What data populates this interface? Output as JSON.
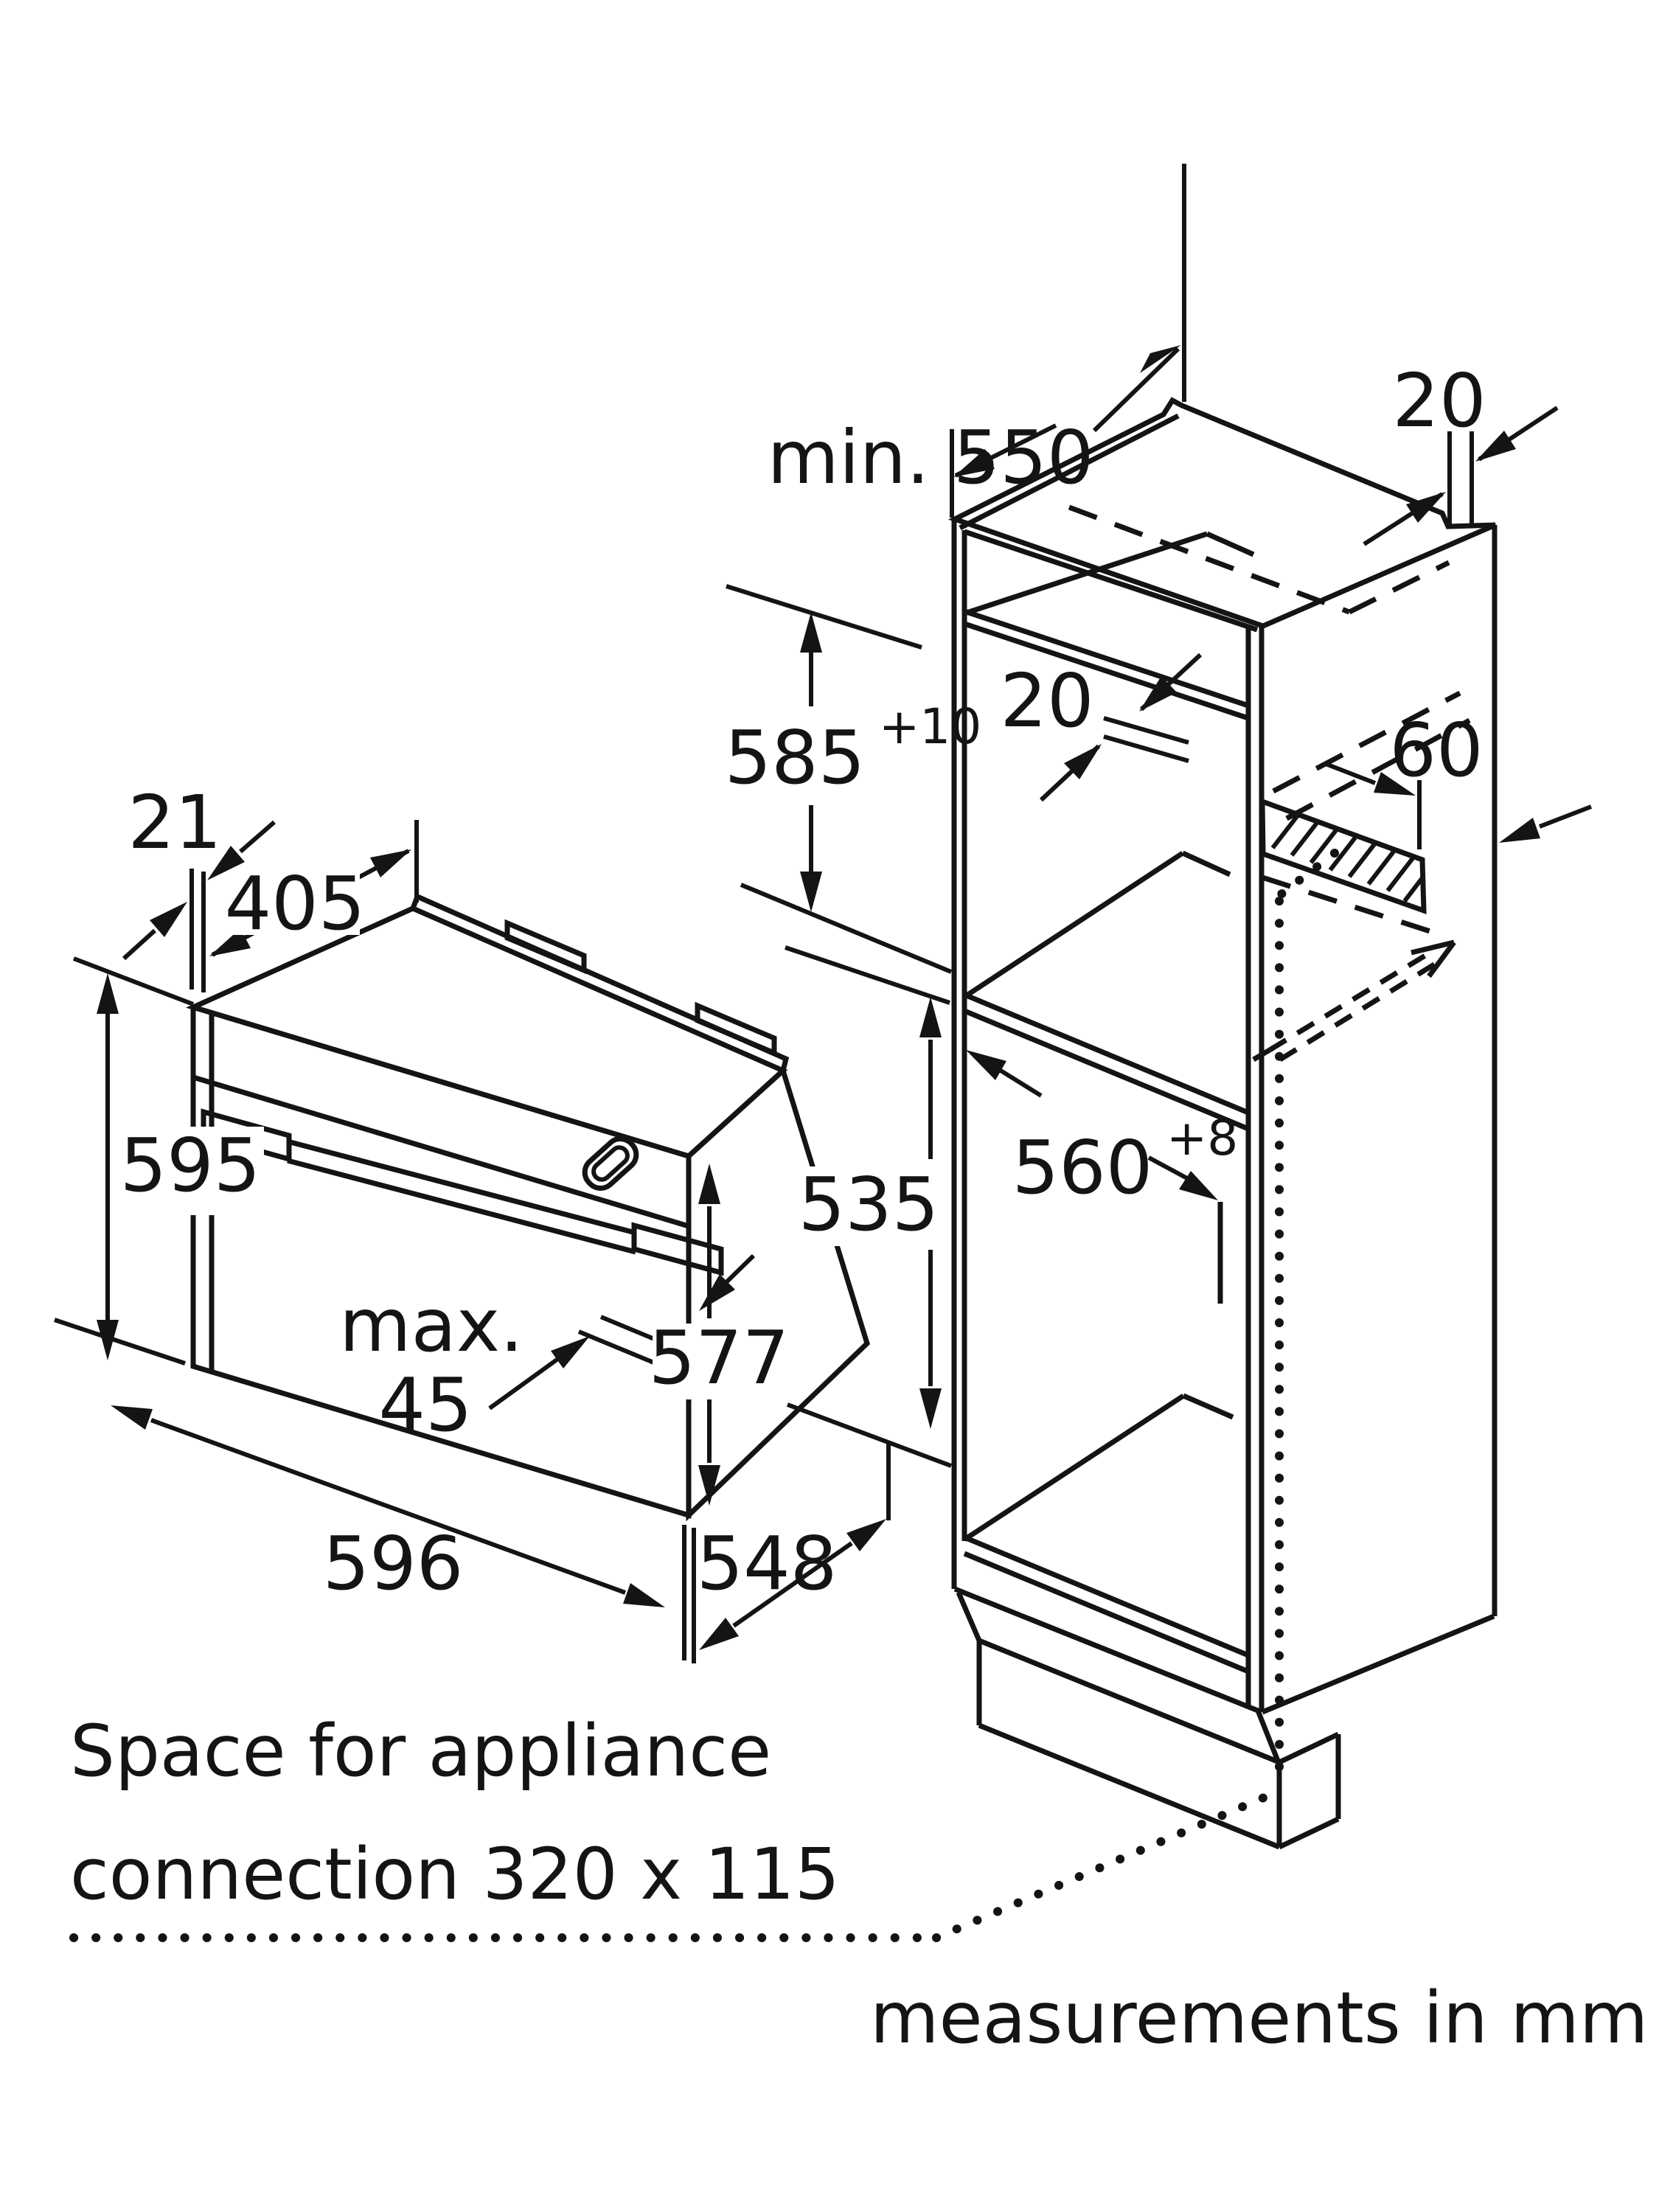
{
  "diagram_title": "Built-in oven installation drawing",
  "units_note": "measurements in mm",
  "connection_note": {
    "line1": "Space for appliance",
    "line2": "connection 320 x 115"
  },
  "cabinet": {
    "depth_min_label": "min. 550",
    "top_panel_gap_label": "20",
    "niche_height_label": "585",
    "niche_height_tolerance": "+10",
    "shelf_thickness_label": "20",
    "vent_gap_label": "60",
    "niche_width_label": "560",
    "niche_width_tolerance": "+8"
  },
  "oven": {
    "door_proud_label": "21",
    "top_depth_label": "405",
    "front_height_label": "595",
    "handle_projection_prefix": "max.",
    "handle_projection_value": "45",
    "body_height_label": "577",
    "rear_height_label": "535",
    "width_label": "596",
    "body_depth_label": "548"
  },
  "colors": {
    "ink": "#141414",
    "paper": "#ffffff"
  }
}
